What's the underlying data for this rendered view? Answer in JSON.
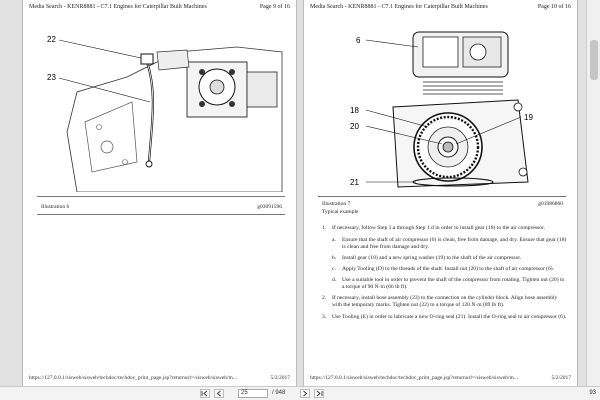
{
  "viewer": {
    "page_field": "25",
    "page_total": "/ 948",
    "zoom": "93"
  },
  "left_page": {
    "header_title": "Media Search - KENR8881 - C7.1 Engines for Caterpillar Built Machines",
    "header_page": "Page 9 of 16",
    "callouts": [
      "22",
      "23"
    ],
    "caption": "Illustration 6",
    "graphic_code": "g03091596",
    "footer_url": "https://127.0.0.1/sisweb/sisweb/techdoc/techdoc_print_page.jsp?returnurl=/sisweb/sisweb/m...",
    "footer_date": "5/2/2017"
  },
  "right_page": {
    "header_title": "Media Search - KENR8881 - C7.1 Engines for Caterpillar Built Machines",
    "header_page": "Page 10 of 16",
    "callouts": [
      "6",
      "18",
      "20",
      "19",
      "21"
    ],
    "caption": "Illustration 7",
    "caption_sub": "Typical example",
    "graphic_code": "g01986860",
    "steps": [
      {
        "num": "1.",
        "text": "If necessary, follow Step 1.a through Step 1.d in order to install gear (18) to the air compressor."
      },
      {
        "num": "a.",
        "text": "Ensure that the shaft of air compressor (6) is clean, free from damage, and dry. Ensure that gear (18) is clean and free from damage and dry.",
        "sub": true
      },
      {
        "num": "b.",
        "text": "Install gear (18) and a new spring washer (19) to the shaft of the air compressor.",
        "sub": true
      },
      {
        "num": "c.",
        "text": "Apply Tooling (D) to the threads of the shaft. Install nut (20) to the shaft of air compressor (6).",
        "sub": true
      },
      {
        "num": "d.",
        "text": "Use a suitable tool in order to prevent the shaft of the compressor from rotating. Tighten nut (20) to a torque of 90 N·m (66 lb ft).",
        "sub": true
      },
      {
        "num": "2.",
        "text": "If necessary, install hose assembly (23) to the connection on the cylinder block. Align hose assembly with the temporary marks. Tighten nut (22) to a torque of 120 N·m (89 lb ft)."
      },
      {
        "num": "3.",
        "text": "Use Tooling (E) in order to lubricate a new O-ring seal (21). Install the O-ring seal to air compressor (6)."
      }
    ],
    "footer_url": "https://127.0.0.1/sisweb/sisweb/techdoc/techdoc_print_page.jsp?returnurl=/sisweb/sisweb/m...",
    "footer_date": "5/2/2017"
  }
}
